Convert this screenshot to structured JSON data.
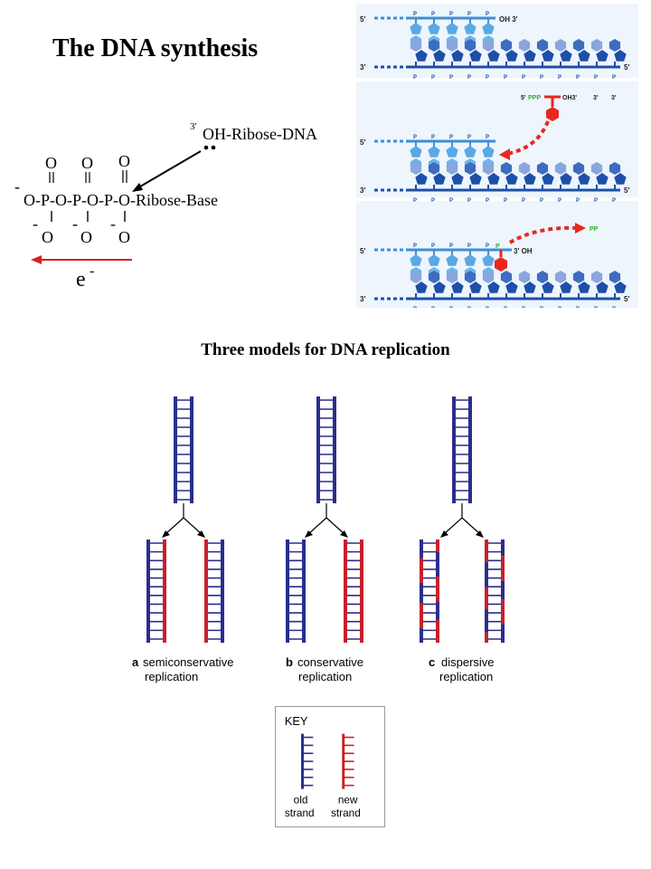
{
  "title": "The DNA synthesis",
  "chemistry": {
    "oh_prefix": "3'",
    "oh_label": "OH-Ribose-DNA",
    "top_oxygens": [
      "O",
      "O",
      "O"
    ],
    "chain_charge": "-",
    "chain_label": "O-P-O-P-O-P-O-Ribose-Base",
    "bottom_oxygens": [
      "O",
      "O",
      "O"
    ],
    "bottom_charges": [
      "-",
      "-",
      "-"
    ],
    "electron_label": "e",
    "electron_charge": "-",
    "electron_arrow_color": "#d62020"
  },
  "synthesis_panels": {
    "strand_color": "#1e4fa8",
    "primer_color": "#3d8fd8",
    "incoming_color": "#e8281e",
    "green_label_color": "#2ab02a",
    "panel1": {
      "top_5": "5'",
      "oh3": "OH 3'",
      "bottom_3": "3'",
      "bottom_5": "5'"
    },
    "panel2": {
      "top_5": "5'",
      "incoming_5": "5'",
      "ppp": "PPP",
      "incoming_oh3": "OH3'",
      "extra_3a": "3'",
      "extra_3b": "3'",
      "bottom_3": "3'",
      "bottom_5": "5'"
    },
    "panel3": {
      "top_5": "5'",
      "p_green": "P",
      "end_label": "3' OH",
      "pp": "PP",
      "bottom_3": "3'",
      "bottom_5": "5'"
    },
    "p_letter": "P"
  },
  "models_title": "Three models for DNA replication",
  "models": [
    {
      "letter": "a",
      "line1": "semiconservative",
      "line2": "replication"
    },
    {
      "letter": "b",
      "line1": "conservative",
      "line2": "replication"
    },
    {
      "letter": "c",
      "line1": "dispersive",
      "line2": "replication"
    }
  ],
  "key": {
    "title": "KEY",
    "old_line1": "old",
    "old_line2": "strand",
    "new_line1": "new",
    "new_line2": "strand",
    "old_color": "#2a2e8c",
    "new_color": "#c8202a"
  }
}
